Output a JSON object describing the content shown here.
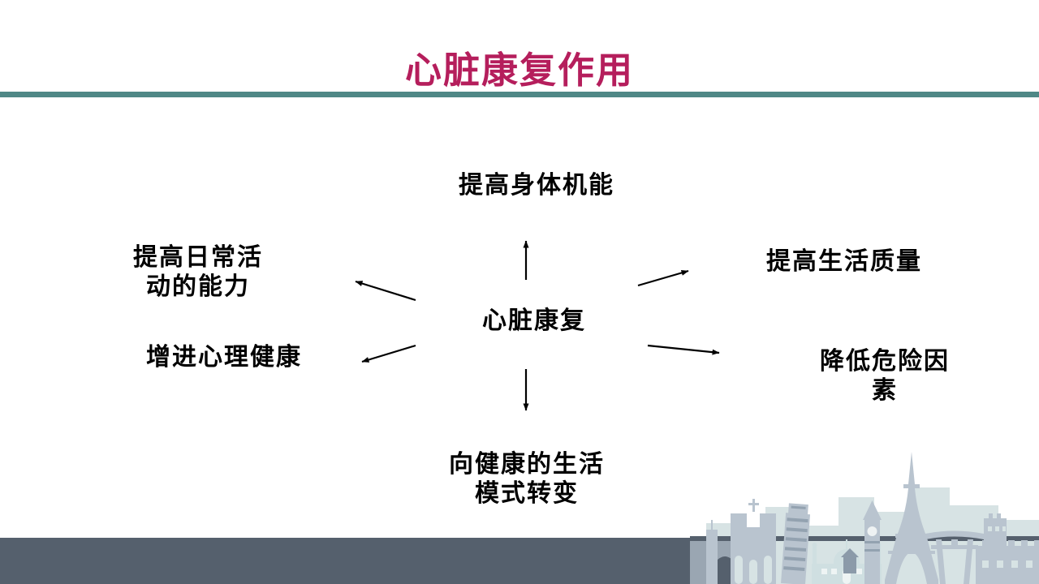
{
  "slide": {
    "title": "心脏康复作用",
    "colors": {
      "title": "#b51e5c",
      "divider": "#4f8886",
      "text": "#000000",
      "arrow": "#000000",
      "footer_band": "#55606d",
      "skyline_light": "#d7e3e4",
      "skyline_mid": "#b9c4cf",
      "skyline_dark_gray": "#9aa6b2"
    }
  },
  "diagram": {
    "center_label": "心脏康复",
    "nodes": {
      "top": "提高身体机能",
      "top_left": "提高日常活\n动的能力",
      "left": "增进心理健康",
      "top_right": "提高生活质量",
      "right": "降低危险因素",
      "bottom": "向健康的生活\n模式转变"
    }
  },
  "decoration": {
    "skyline_icon": "world-landmarks-skyline"
  }
}
